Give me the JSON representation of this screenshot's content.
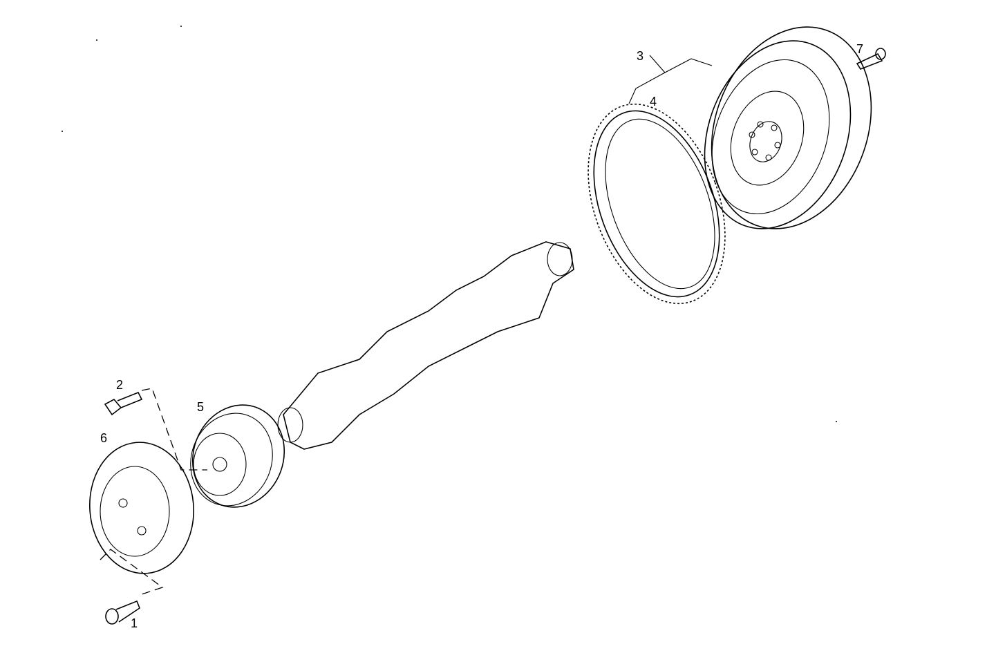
{
  "diagram": {
    "type": "exploded parts diagram",
    "subject": "Crankshaft assembly with flywheel, ring gear, pulley and damper",
    "callouts": [
      {
        "id": "1",
        "part": "damper bolt"
      },
      {
        "id": "2",
        "part": "pulley bolt"
      },
      {
        "id": "3",
        "part": "flywheel assembly"
      },
      {
        "id": "4",
        "part": "ring gear"
      },
      {
        "id": "5",
        "part": "crankshaft pulley"
      },
      {
        "id": "6",
        "part": "vibration damper"
      },
      {
        "id": "7",
        "part": "flywheel bolt"
      }
    ],
    "labels": {
      "c1": "1",
      "c2": "2",
      "c3": "3",
      "c4": "4",
      "c5": "5",
      "c6": "6",
      "c7": "7"
    }
  }
}
